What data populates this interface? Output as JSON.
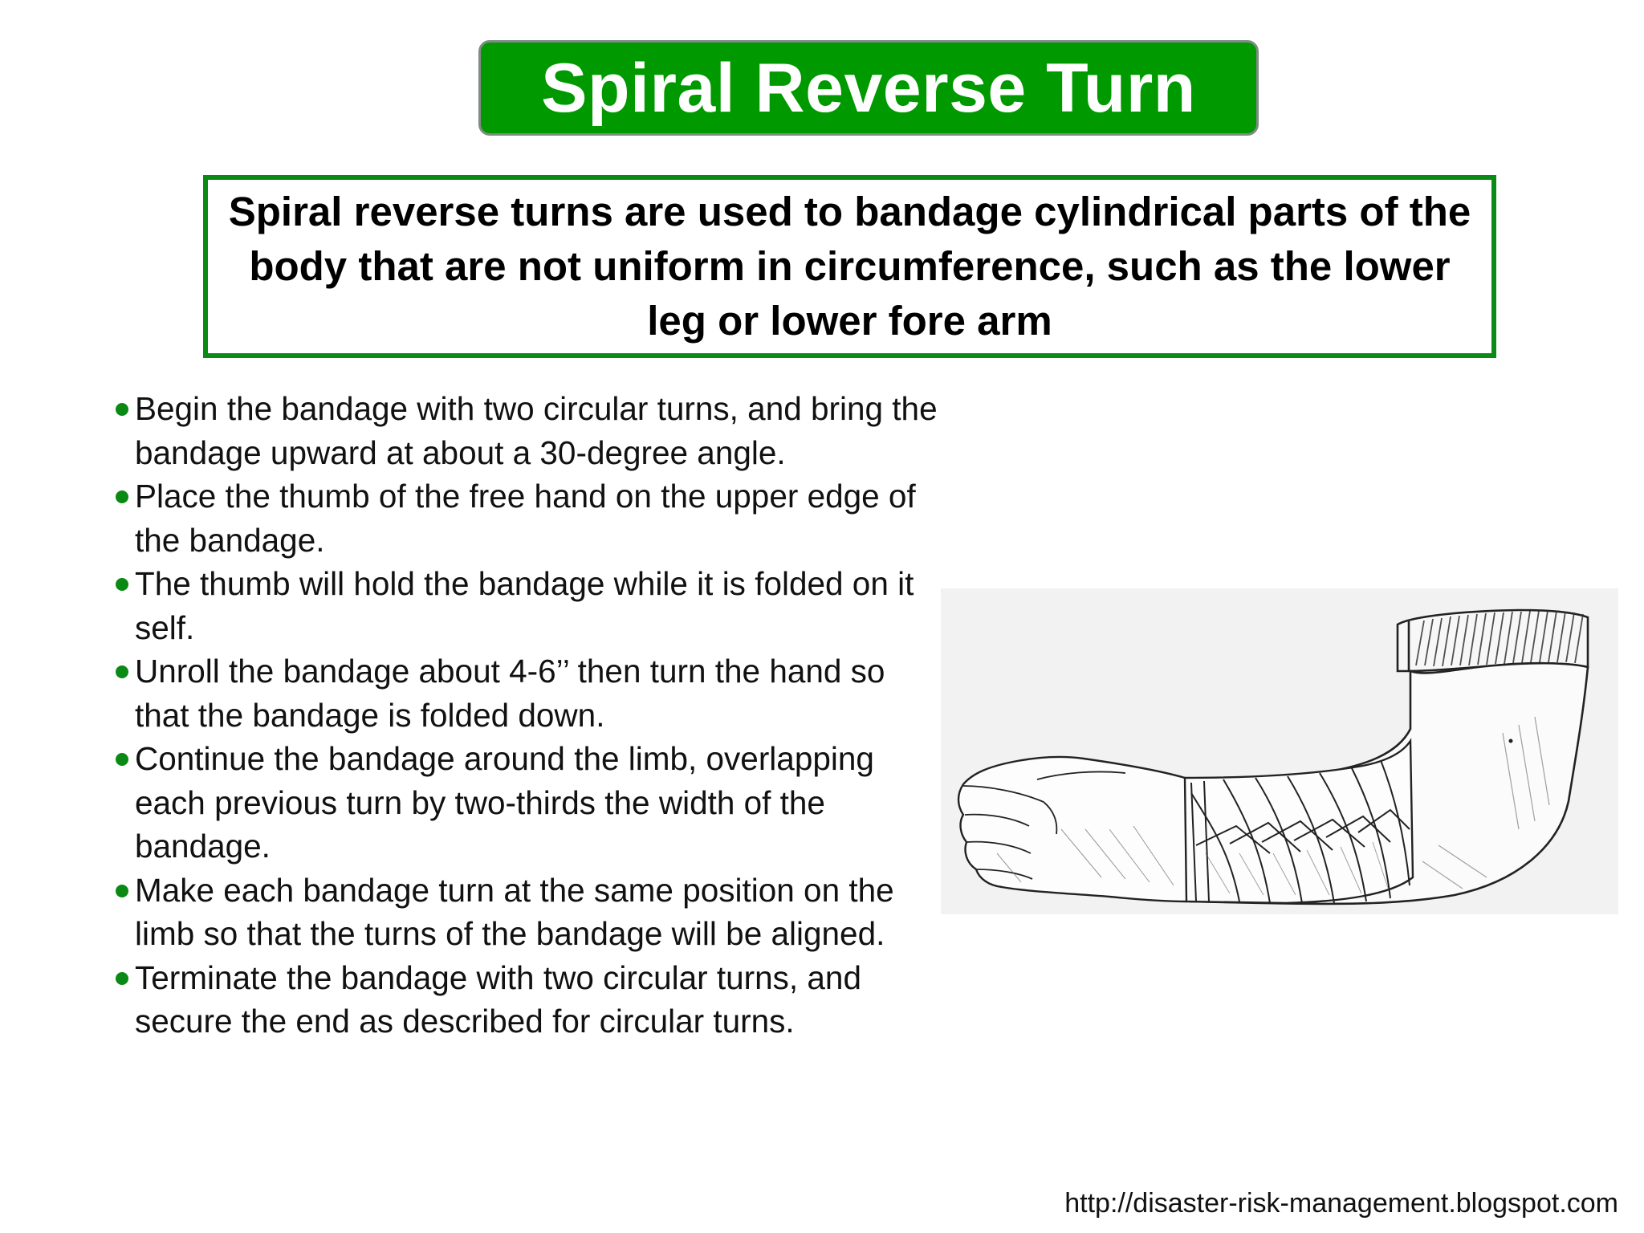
{
  "slide": {
    "title": "Spiral Reverse Turn",
    "definition": "Spiral reverse turns are used to bandage cylindrical parts of the body that are not uniform in circumference, such as the lower leg or lower fore arm",
    "bullets": [
      "Begin the bandage with two circular turns, and bring the bandage upward at about a 30-degree angle.",
      "Place the thumb of the free hand on the upper edge of the bandage.",
      "The thumb will hold the bandage while it is folded on it self.",
      "Unroll the bandage about 4-6’’ then turn the hand so that the bandage is folded down.",
      "Continue the bandage around the limb, overlapping each previous turn by two-thirds the width of the bandage.",
      "Make each bandage turn at the same position on the limb so that the turns of the bandage will be aligned.",
      "Terminate the bandage with two circular turns, and secure the end as described for circular turns."
    ],
    "footer_url": "http://disaster-risk-management.blogspot.com"
  },
  "colors": {
    "title_background": "#009900",
    "title_text": "#ffffff",
    "definition_border": "#0b8a16",
    "bullet": "#0a8a14"
  },
  "illustration": {
    "icon": "bandaged-forearm-illustration"
  }
}
